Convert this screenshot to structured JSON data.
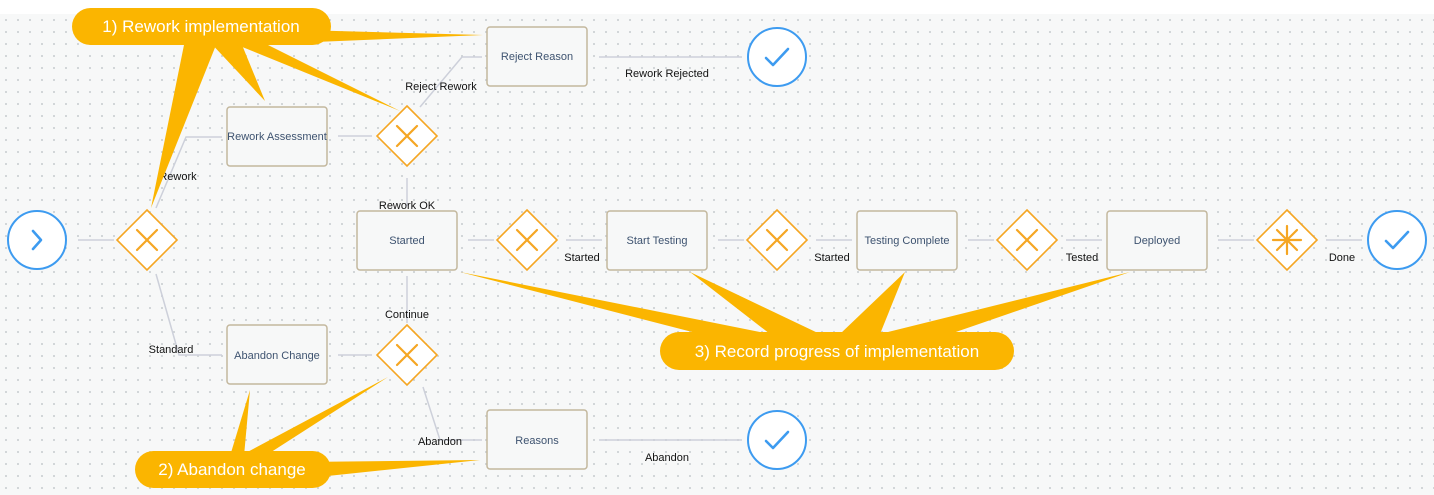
{
  "tasks": {
    "reject_reason": "Reject Reason",
    "rework_assessment": "Rework Assessment",
    "started": "Started",
    "start_testing": "Start Testing",
    "testing_complete": "Testing Complete",
    "deployed": "Deployed",
    "abandon_change": "Abandon Change",
    "reasons": "Reasons"
  },
  "flows": {
    "rework": "Rework",
    "standard": "Standard",
    "reject_rework": "Reject Rework",
    "rework_ok": "Rework OK",
    "rework_rejected": "Rework Rejected",
    "continue": "Continue",
    "abandon_in": "Abandon",
    "abandon_out": "Abandon",
    "started_1": "Started",
    "started_2": "Started",
    "tested": "Tested",
    "done": "Done"
  },
  "callouts": {
    "rework": "1) Rework implementation",
    "abandon": "2) Abandon change",
    "record": "3) Record progress of implementation"
  },
  "colors": {
    "gateway": "#f5a623",
    "event": "#3d9bf0",
    "callout": "#fbb500",
    "task_border": "#c3b79d",
    "task_text": "#3e5370"
  },
  "icons": {
    "start": "chevron-right-icon",
    "end": "checkmark-icon",
    "exclusive_gateway": "x-mark-icon",
    "complex_gateway": "asterisk-icon"
  }
}
